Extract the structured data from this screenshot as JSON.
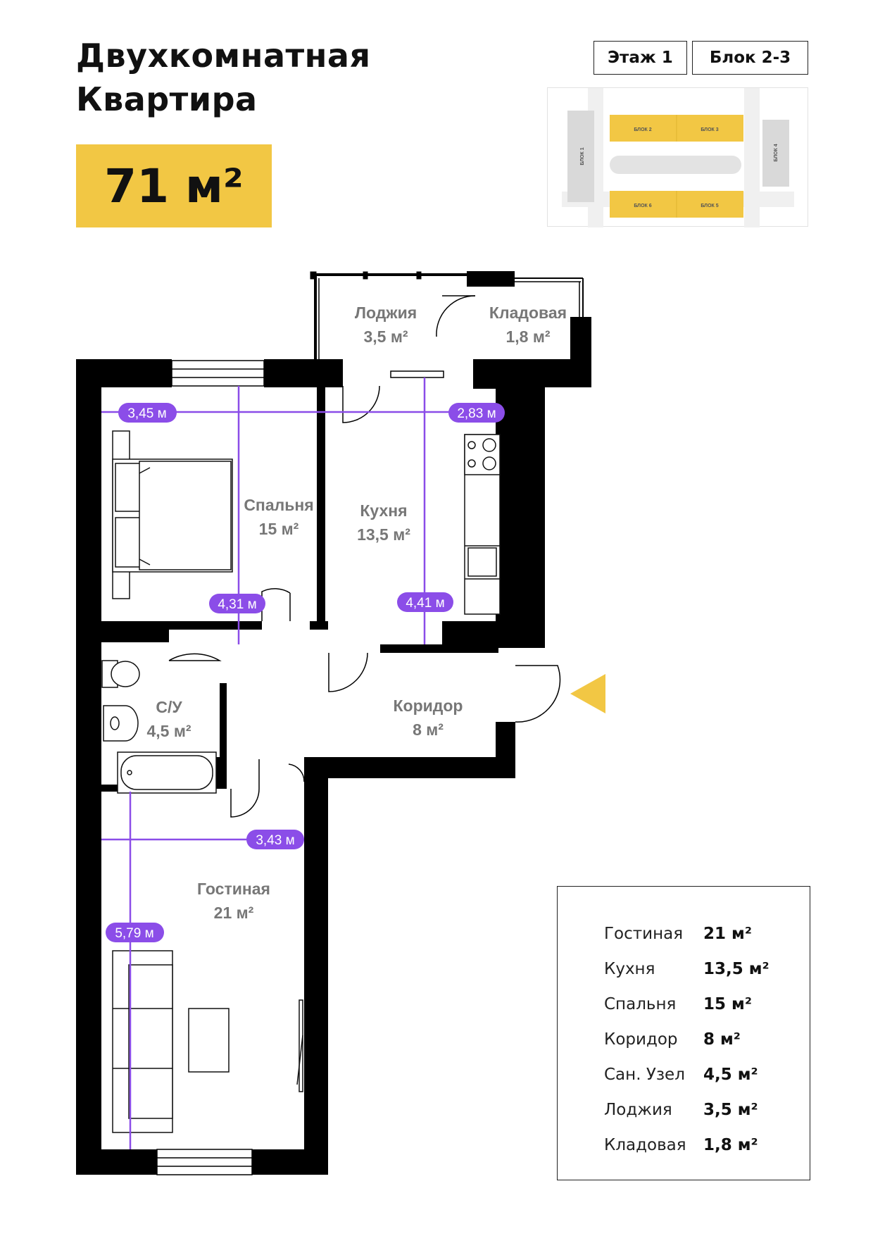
{
  "header": {
    "title_line1": "Двухкомнатная",
    "title_line2": "Квартира",
    "area": "71 м²",
    "floor": "Этаж 1",
    "block": "Блок 2-3"
  },
  "site_map": {
    "blocks": [
      "БЛОК 1",
      "БЛОК 2",
      "БЛОК 3",
      "БЛОК 4",
      "БЛОК 5",
      "БЛОК 6"
    ],
    "highlight_color": "#f2c744"
  },
  "rooms": [
    {
      "name": "Лоджия",
      "area": "3,5 м²"
    },
    {
      "name": "Кладовая",
      "area": "1,8 м²"
    },
    {
      "name": "Спальня",
      "area": "15 м²"
    },
    {
      "name": "Кухня",
      "area": "13,5 м²"
    },
    {
      "name": "С/У",
      "area": "4,5 м²"
    },
    {
      "name": "Коридор",
      "area": "8 м²"
    },
    {
      "name": "Гостиная",
      "area": "21 м²"
    }
  ],
  "dimensions": [
    "3,45 м",
    "2,83 м",
    "4,31 м",
    "4,41 м",
    "3,43 м",
    "5,79 м"
  ],
  "legend": [
    {
      "name": "Гостиная",
      "value": "21 м²"
    },
    {
      "name": "Кухня",
      "value": "13,5 м²"
    },
    {
      "name": "Спальня",
      "value": "15 м²"
    },
    {
      "name": "Коридор",
      "value": "8 м²"
    },
    {
      "name": "Сан. Узел",
      "value": "4,5 м²"
    },
    {
      "name": "Лоджия",
      "value": "3,5 м²"
    },
    {
      "name": "Кладовая",
      "value": "1,8 м²"
    }
  ],
  "colors": {
    "accent": "#f2c744",
    "dimension": "#8b4de8",
    "wall": "#000000"
  }
}
